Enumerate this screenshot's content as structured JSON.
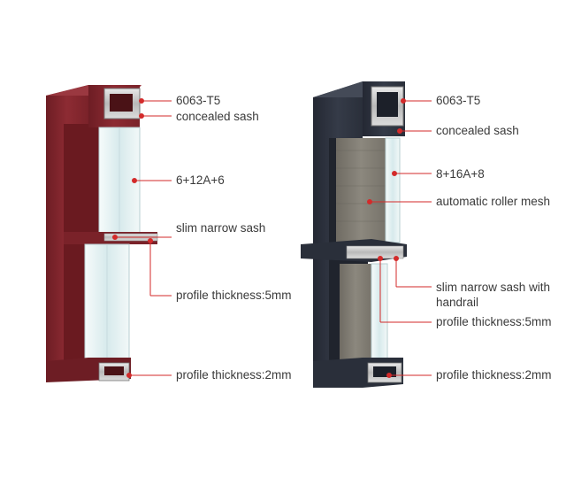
{
  "colors": {
    "red_frame": "#8b2a31",
    "red_frame_dark": "#5e161c",
    "charcoal_frame": "#2f3440",
    "charcoal_frame_dark": "#1c2029",
    "leader_red": "#d32a2a",
    "glass_tint": "#dfeef0",
    "mesh": "#7d7a72",
    "text": "#3a3a3a"
  },
  "left_window": {
    "name": "red-window",
    "labels": {
      "alloy": "6063-T5",
      "sash": "concealed sash",
      "glass": "6+12A+6",
      "narrow_sash": "slim narrow sash",
      "thickness_main": "profile thickness:5mm",
      "thickness_bottom": "profile thickness:2mm"
    }
  },
  "right_window": {
    "name": "charcoal-window",
    "labels": {
      "alloy": "6063-T5",
      "sash": "concealed sash",
      "glass": "8+16A+8",
      "mesh": "automatic roller mesh",
      "narrow_sash": "slim narrow sash with handrail",
      "thickness_main": "profile thickness:5mm",
      "thickness_bottom": "profile thickness:2mm"
    }
  }
}
